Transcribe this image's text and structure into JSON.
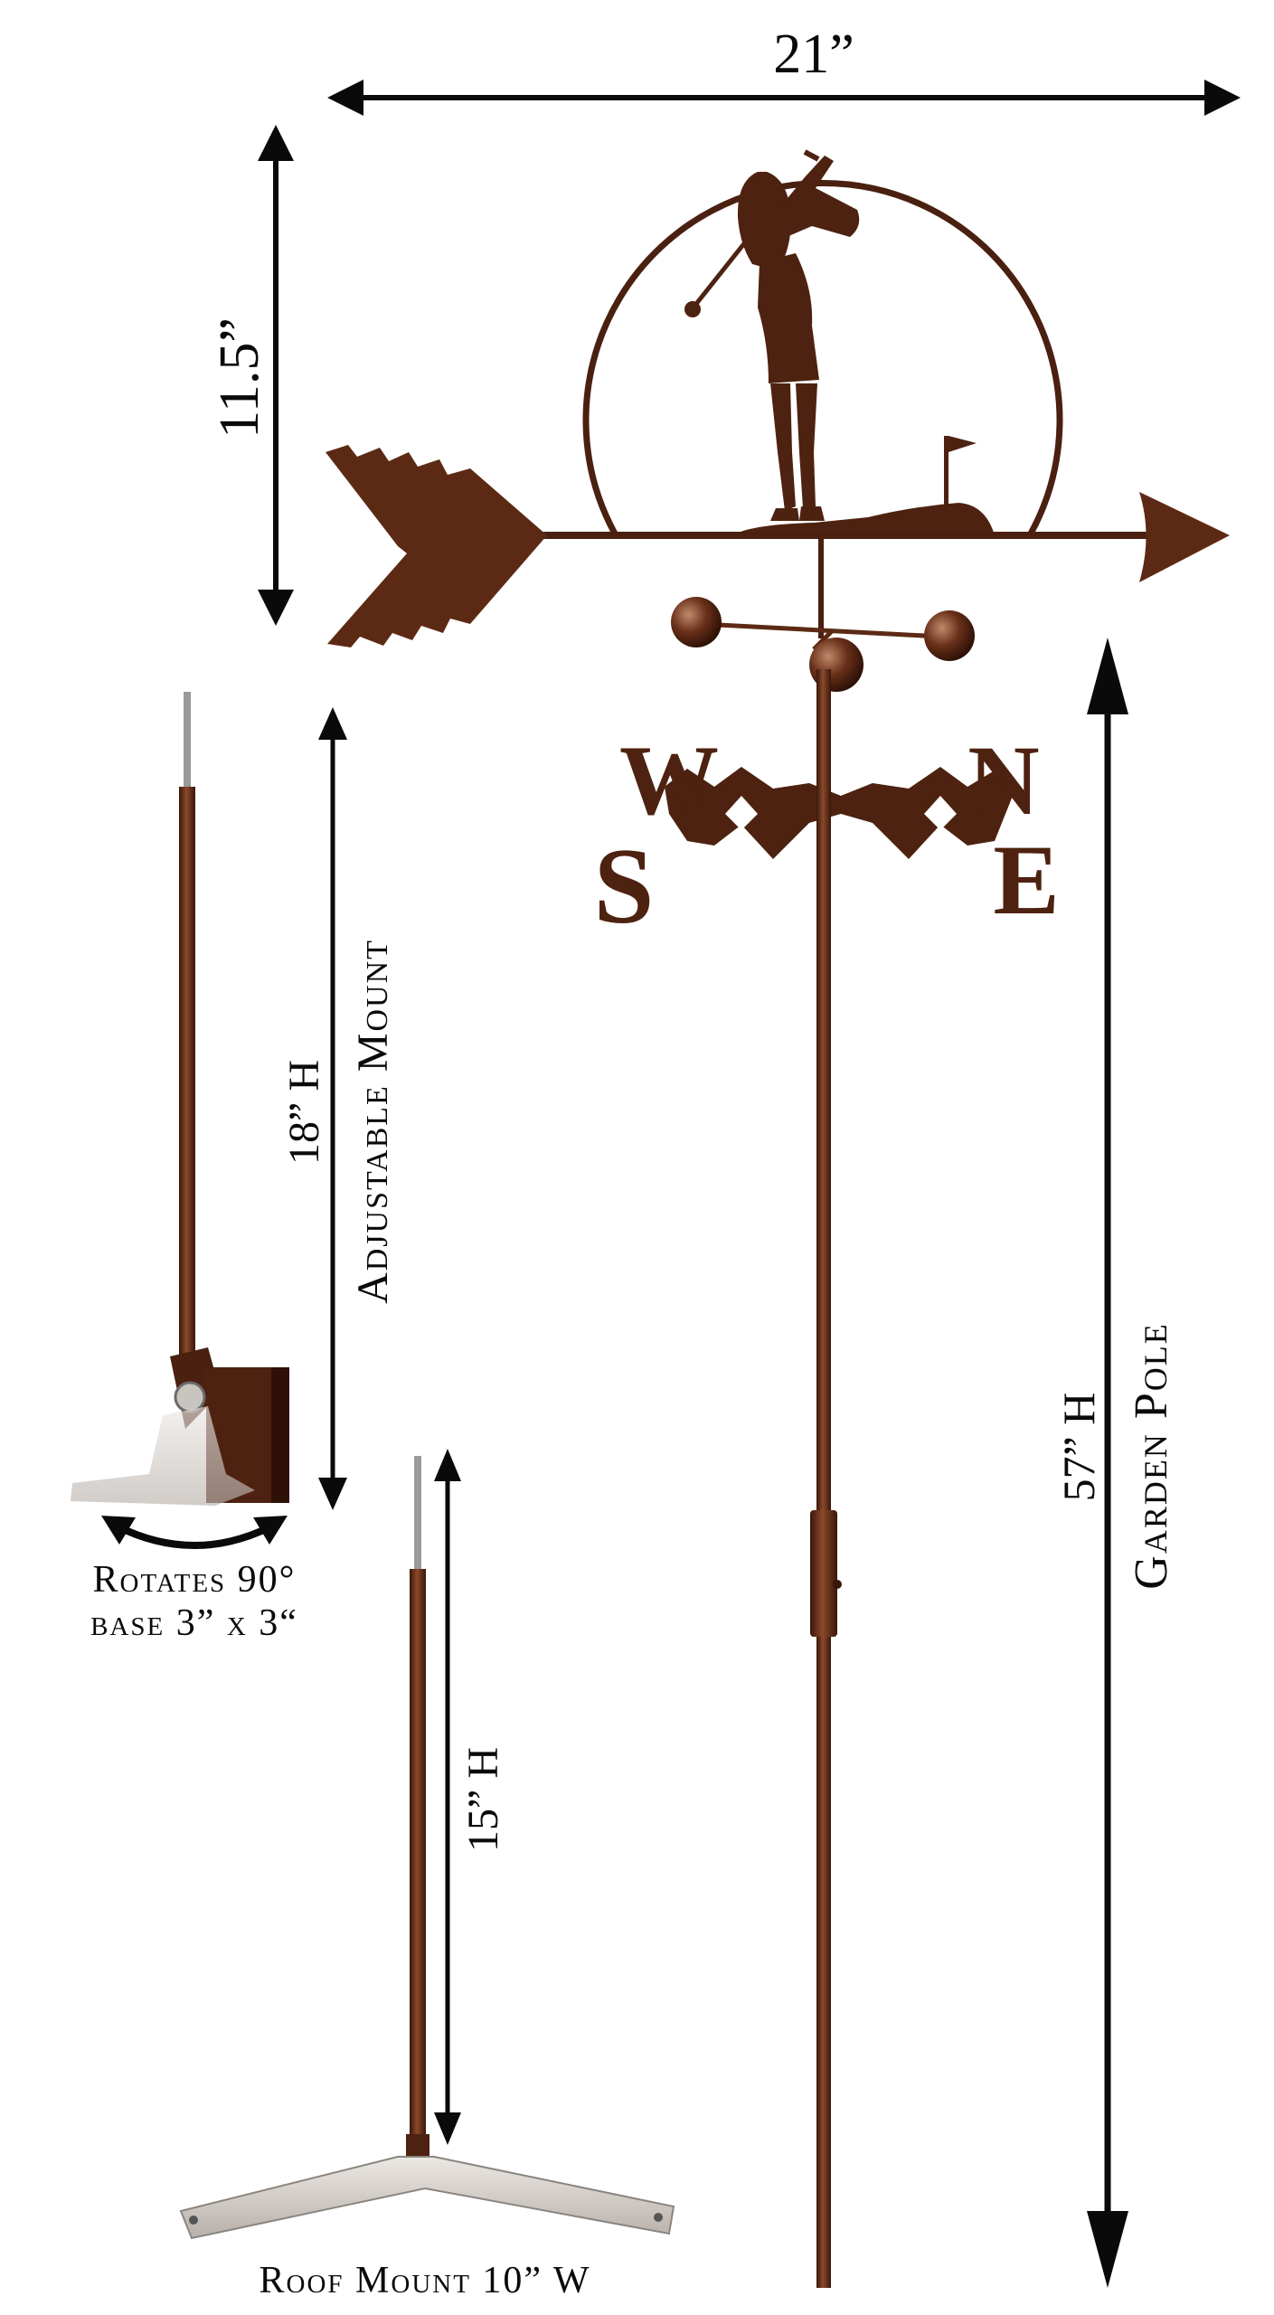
{
  "dimensions": {
    "width_label": "21”",
    "vane_height_label": "11.5”",
    "garden_pole_height_label": "57” H",
    "garden_pole_label": "Garden Pole",
    "adjustable_mount_height_label": "18” H",
    "adjustable_mount_label": "Adjustable Mount",
    "rotates_label": "Rotates 90°",
    "base_label": "base 3” x 3“",
    "roof_mount_height_label": "15” H",
    "roof_mount_label": "Roof Mount 10” W"
  },
  "compass_letters": [
    "W",
    "S",
    "N",
    "E"
  ],
  "colors": {
    "copper": "#5c2a14",
    "copper_light": "#8a4a2a",
    "copper_dark": "#3a160a",
    "arrow_black": "#0a0a0a",
    "base_plate": "#d8d2cc"
  }
}
